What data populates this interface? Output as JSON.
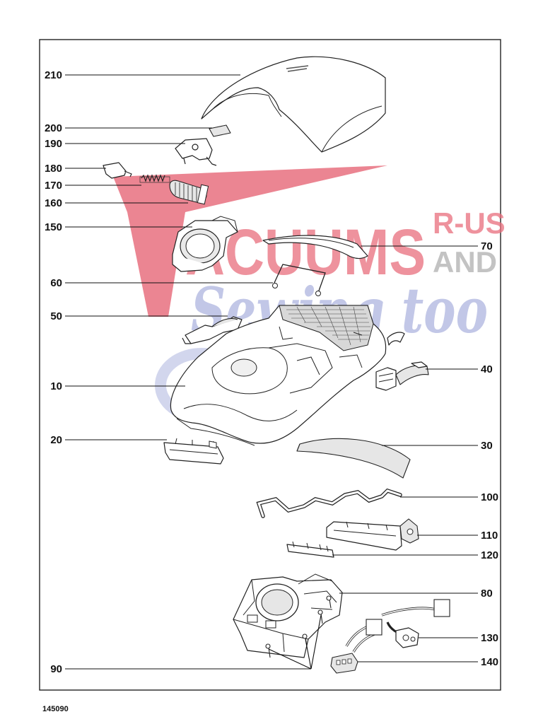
{
  "diagram_code": "145090",
  "watermark": {
    "brand_main": "ACUUMS",
    "brand_suffix_top": "R-US",
    "brand_suffix_bottom": "AND",
    "brand_tagline": "Sewing too",
    "colors": {
      "red": "#e8707f",
      "grey": "#b9b9b9",
      "blue": "#9ea6d8"
    }
  },
  "part_labels": [
    {
      "id": "210",
      "side": "left"
    },
    {
      "id": "200",
      "side": "left"
    },
    {
      "id": "190",
      "side": "left"
    },
    {
      "id": "180",
      "side": "left"
    },
    {
      "id": "170",
      "side": "left"
    },
    {
      "id": "160",
      "side": "left"
    },
    {
      "id": "150",
      "side": "left"
    },
    {
      "id": "70",
      "side": "right"
    },
    {
      "id": "60",
      "side": "left"
    },
    {
      "id": "50",
      "side": "left"
    },
    {
      "id": "40",
      "side": "right"
    },
    {
      "id": "10",
      "side": "left"
    },
    {
      "id": "20",
      "side": "left"
    },
    {
      "id": "30",
      "side": "right"
    },
    {
      "id": "100",
      "side": "right"
    },
    {
      "id": "110",
      "side": "right"
    },
    {
      "id": "120",
      "side": "right"
    },
    {
      "id": "80",
      "side": "right"
    },
    {
      "id": "130",
      "side": "right"
    },
    {
      "id": "90",
      "side": "left"
    },
    {
      "id": "140",
      "side": "right"
    }
  ]
}
